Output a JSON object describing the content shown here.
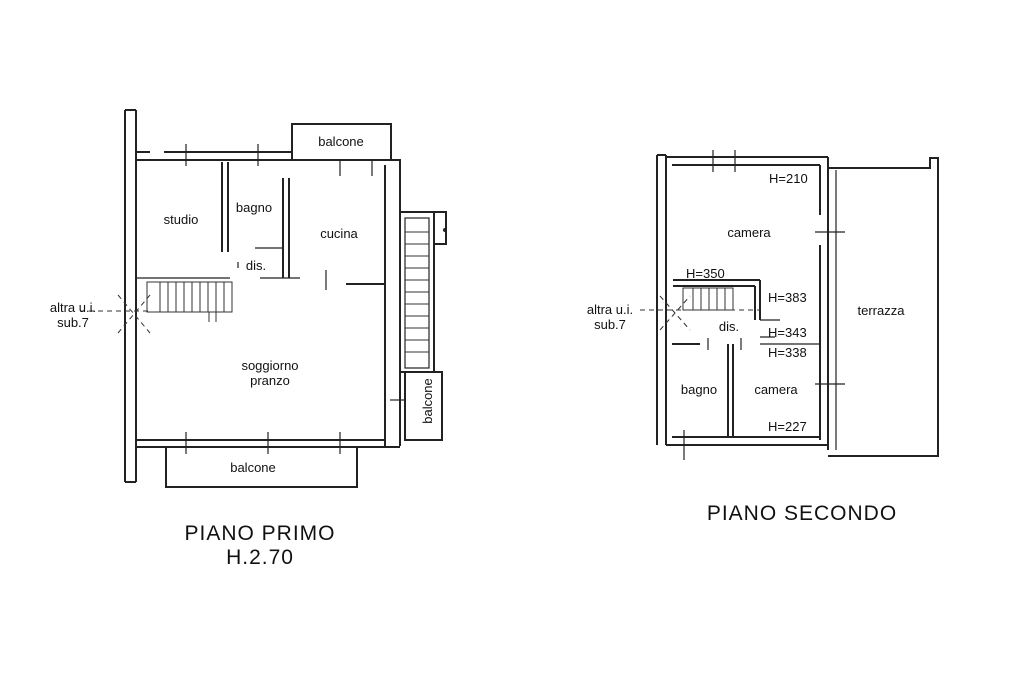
{
  "piano_primo": {
    "title": "PIANO PRIMO",
    "height": "H.2.70",
    "rooms": {
      "balcone_top": "balcone",
      "studio": "studio",
      "bagno": "bagno",
      "cucina": "cucina",
      "dis": "dis.",
      "soggiorno": "soggiorno",
      "pranzo": "pranzo",
      "balcone_right": "balcone",
      "balcone_bottom": "balcone"
    },
    "adjacent_1": "altra u.i.",
    "adjacent_2": "sub.7"
  },
  "piano_secondo": {
    "title": "PIANO  SECONDO",
    "rooms": {
      "camera_top": "camera",
      "dis": "dis.",
      "bagno": "bagno",
      "camera_bottom": "camera",
      "terrazza": "terrazza"
    },
    "heights": {
      "h210": "H=210",
      "h350": "H=350",
      "h383": "H=383",
      "h343": "H=343",
      "h338": "H=338",
      "h227": "H=227"
    },
    "adjacent_1": "altra u.i.",
    "adjacent_2": "sub.7"
  }
}
